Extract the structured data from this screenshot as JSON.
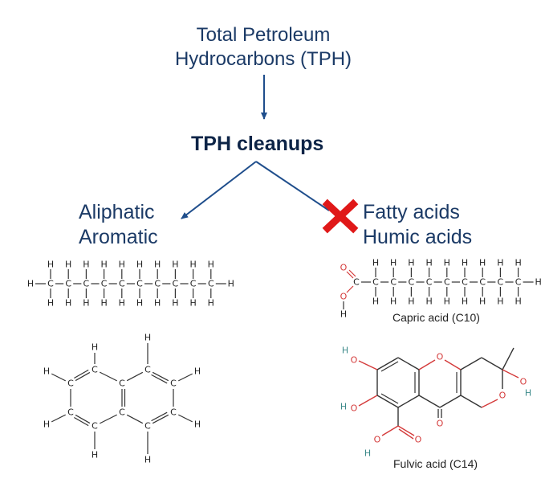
{
  "title": {
    "line1": "Total Petroleum",
    "line2": "Hydrocarbons (TPH)"
  },
  "process": {
    "label": "TPH cleanups"
  },
  "kept": {
    "line1": "Aliphatic",
    "line2": "Aromatic"
  },
  "removed": {
    "line1": "Fatty acids",
    "line2": "Humic acids",
    "icon": "red-x-icon"
  },
  "captions": {
    "capric": "Capric acid (C10)",
    "fulvic": "Fulvic acid (C14)"
  },
  "atoms": {
    "H": "H",
    "C": "C",
    "O": "O"
  },
  "colors": {
    "text_dark": "#0d2447",
    "text": "#1b3a66",
    "arrow": "#1f4e8c",
    "cross": "#e01818",
    "oxygen": "#d43a3a",
    "bond": "#333333",
    "hydrogen_oxy": "#3c8a8a"
  }
}
